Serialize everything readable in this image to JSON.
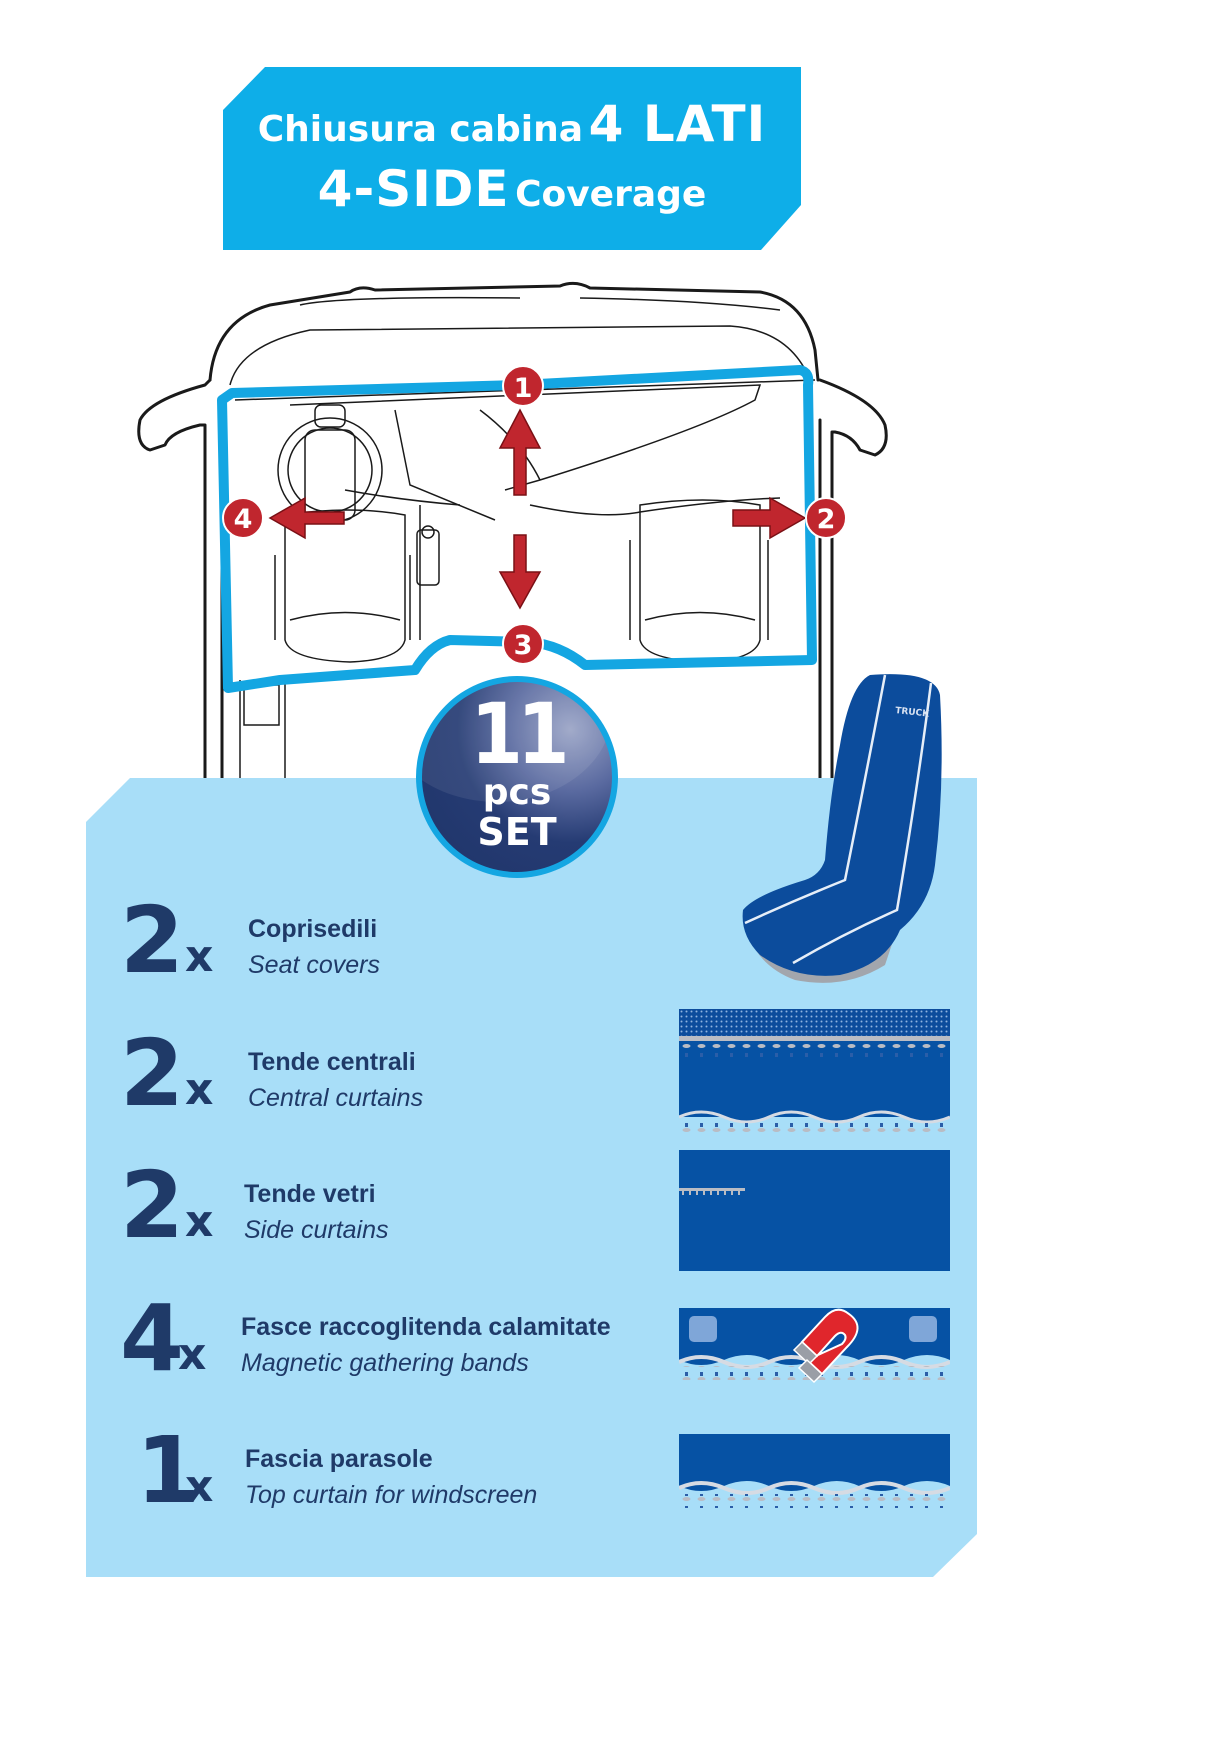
{
  "banner": {
    "line1_small": "Chiusura cabina",
    "line1_big": "4 LATI",
    "line2_big": "4-SIDE",
    "line2_small": "Coverage",
    "color": "#0eaee8"
  },
  "diagram": {
    "markers": [
      {
        "number": "1",
        "label": "front"
      },
      {
        "number": "2",
        "label": "right"
      },
      {
        "number": "3",
        "label": "rear"
      },
      {
        "number": "4",
        "label": "left"
      }
    ],
    "outline_color": "#14a6e2",
    "marker_color": "#c0262e"
  },
  "badge": {
    "count": "11",
    "unit": "pcs",
    "set": "SET"
  },
  "seat_label": "TRUCK",
  "items": [
    {
      "qty": "2",
      "x": "x",
      "name_it": "Coprisedili",
      "name_en": "Seat covers"
    },
    {
      "qty": "2",
      "x": "x",
      "name_it": "Tende centrali",
      "name_en": "Central curtains"
    },
    {
      "qty": "2",
      "x": "x",
      "name_it": "Tende vetri",
      "name_en": "Side curtains"
    },
    {
      "qty": "4",
      "x": "x",
      "name_it": "Fasce raccoglitenda calamitate",
      "name_en": "Magnetic gathering bands"
    },
    {
      "qty": "1",
      "x": "x",
      "name_it": "Fascia parasole",
      "name_en": "Top curtain for windscreen"
    }
  ],
  "colors": {
    "panel": "#a8def8",
    "text_dark": "#1f3a68",
    "curtain_blue": "#0652a4",
    "fringe_grey": "#b9bcc4",
    "magnet_red": "#e0262c"
  }
}
